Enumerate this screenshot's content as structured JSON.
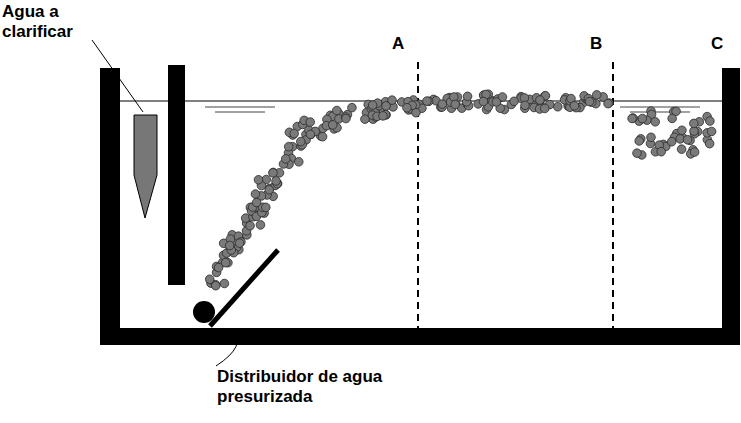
{
  "diagram": {
    "labels": [
      "Agua a clarificar",
      "A",
      "B",
      "C",
      "Distribuidor de agua presurizada"
    ]
  }
}
